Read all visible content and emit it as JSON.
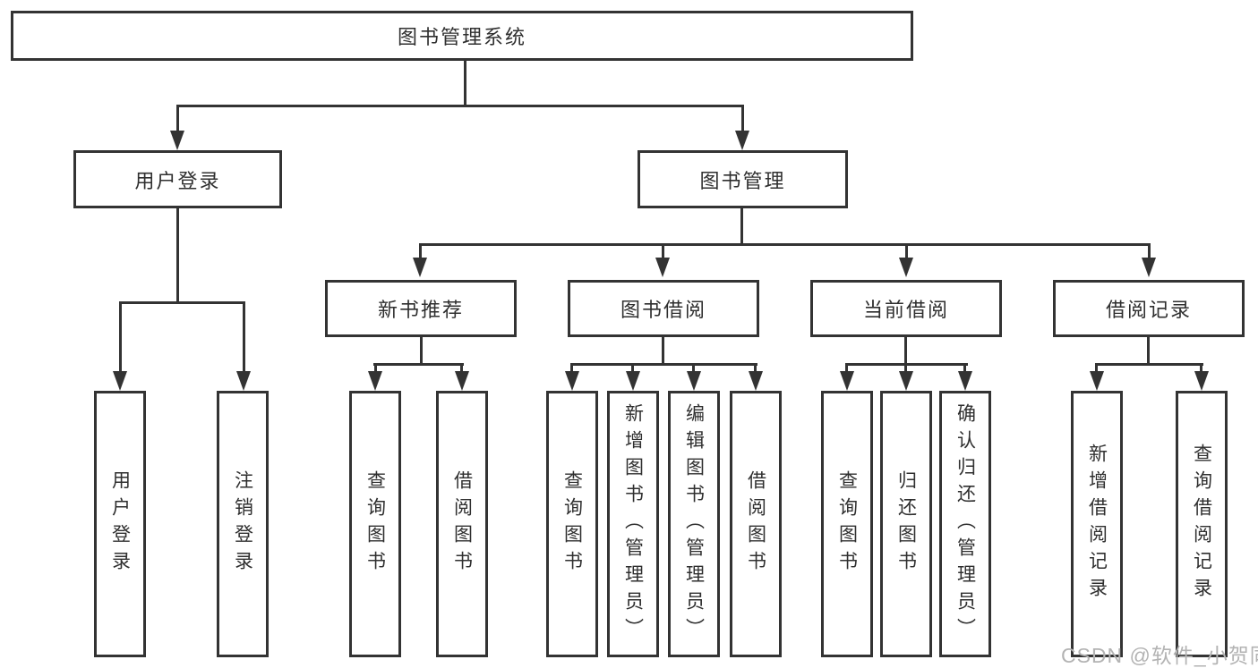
{
  "diagram": {
    "title": "图书管理系统",
    "root": {
      "label": "图书管理系统"
    },
    "level2": [
      {
        "id": "user-login",
        "label": "用户登录"
      },
      {
        "id": "book-management",
        "label": "图书管理"
      }
    ],
    "level3": [
      {
        "id": "new-book-recommend",
        "label": "新书推荐"
      },
      {
        "id": "book-borrow",
        "label": "图书借阅"
      },
      {
        "id": "current-borrow",
        "label": "当前借阅"
      },
      {
        "id": "borrow-records",
        "label": "借阅记录"
      }
    ],
    "leafGroups": [
      {
        "parent": "用户登录",
        "children": [
          "用户登录",
          "注销登录"
        ]
      },
      {
        "parent": "新书推荐",
        "children": [
          "查询图书",
          "借阅图书"
        ]
      },
      {
        "parent": "图书借阅",
        "children": [
          "查询图书",
          "新增图书（管理员）",
          "编辑图书（管理员）",
          "借阅图书"
        ]
      },
      {
        "parent": "当前借阅",
        "children": [
          "查询图书",
          "归还图书",
          "确认归还（管理员）"
        ]
      },
      {
        "parent": "借阅记录",
        "children": [
          "新增借阅记录",
          "查询借阅记录"
        ]
      }
    ]
  },
  "watermark": {
    "text": "CSDN @软件_小贺同学"
  },
  "colors": {
    "line": "#333333",
    "text": "#2f2f2f",
    "watermark": "#b3b3b3",
    "background": "#ffffff"
  }
}
